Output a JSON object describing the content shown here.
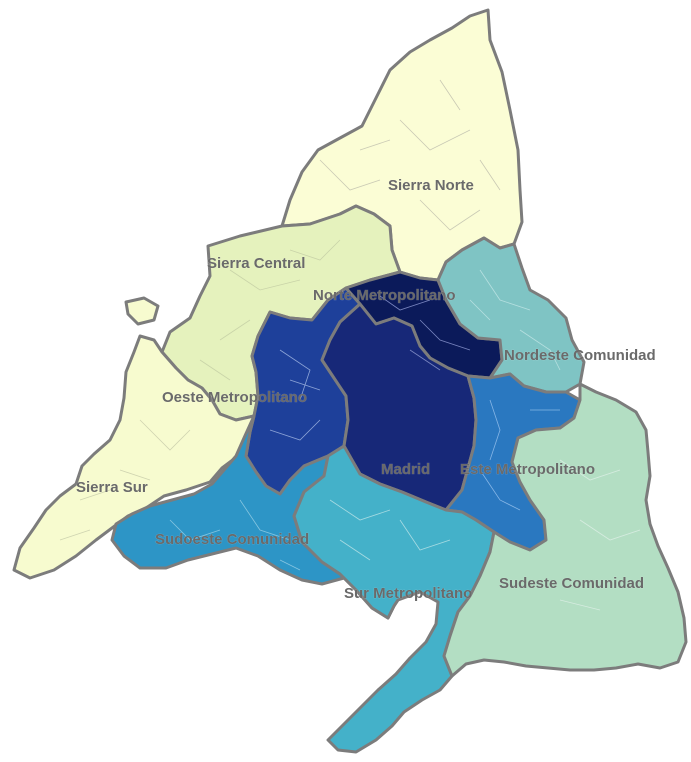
{
  "map": {
    "regions": [
      {
        "id": "sierra-norte",
        "label": "Sierra Norte",
        "color": "#fbfdd5"
      },
      {
        "id": "sierra-central",
        "label": "Sierra Central",
        "color": "#e5f2bd"
      },
      {
        "id": "sierra-sur",
        "label": "Sierra Sur",
        "color": "#f7fbcf"
      },
      {
        "id": "oeste-metropolitano",
        "label": "Oeste Metropolitano",
        "color": "#1e409a"
      },
      {
        "id": "norte-metropolitano",
        "label": "Norte Metropolitano",
        "color": "#0b1a5a"
      },
      {
        "id": "nordeste-comunidad",
        "label": "Nordeste Comunidad",
        "color": "#7fc4c4"
      },
      {
        "id": "madrid",
        "label": "Madrid",
        "color": "#172878"
      },
      {
        "id": "este-metropolitano",
        "label": "Este Metropolitano",
        "color": "#2a78c0"
      },
      {
        "id": "sudoeste-comunidad",
        "label": "Sudoeste Comunidad",
        "color": "#2d95c6"
      },
      {
        "id": "sur-metropolitano",
        "label": "Sur Metropolitano",
        "color": "#44b1c9"
      },
      {
        "id": "sudeste-comunidad",
        "label": "Sudeste Comunidad",
        "color": "#b3dec3"
      }
    ]
  }
}
